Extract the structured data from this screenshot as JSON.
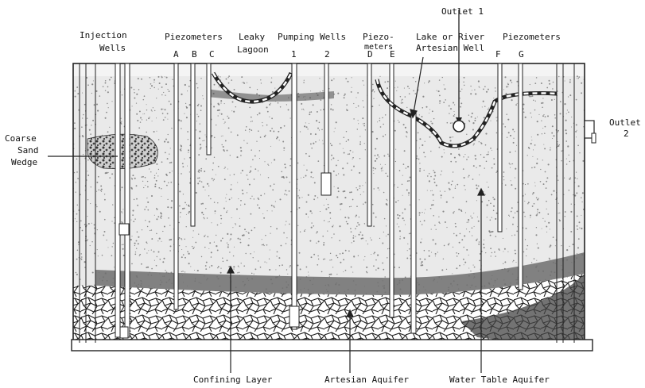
{
  "diagram": {
    "labels": {
      "injection_wells": [
        "Injection",
        "Wells"
      ],
      "piezometers_left": "Piezometers",
      "leaky_lagoon": [
        "Leaky",
        "Lagoon"
      ],
      "pumping_wells": "Pumping Wells",
      "piezometers_mid": [
        "Piezo-",
        "meters"
      ],
      "lake_artesian": [
        "Lake or River",
        "Artesian Well"
      ],
      "piezometers_right": "Piezometers",
      "outlet1": "Outlet 1",
      "outlet2": [
        "Outlet",
        "2"
      ],
      "coarse_sand": [
        "Coarse",
        "Sand",
        "Wedge"
      ],
      "confining_layer": "Confining Layer",
      "artesian_aquifer": "Artesian Aquifer",
      "water_table_aquifer": "Water Table Aquifer"
    },
    "letters": {
      "A": "A",
      "B": "B",
      "C": "C",
      "D": "D",
      "E": "E",
      "F": "F",
      "G": "G",
      "W1": "1",
      "W2": "2"
    },
    "colors": {
      "ink": "#111111",
      "sand_dot": "#3a3a3a",
      "confining": "#6e6e6e",
      "gravel": "#ffffff"
    }
  }
}
